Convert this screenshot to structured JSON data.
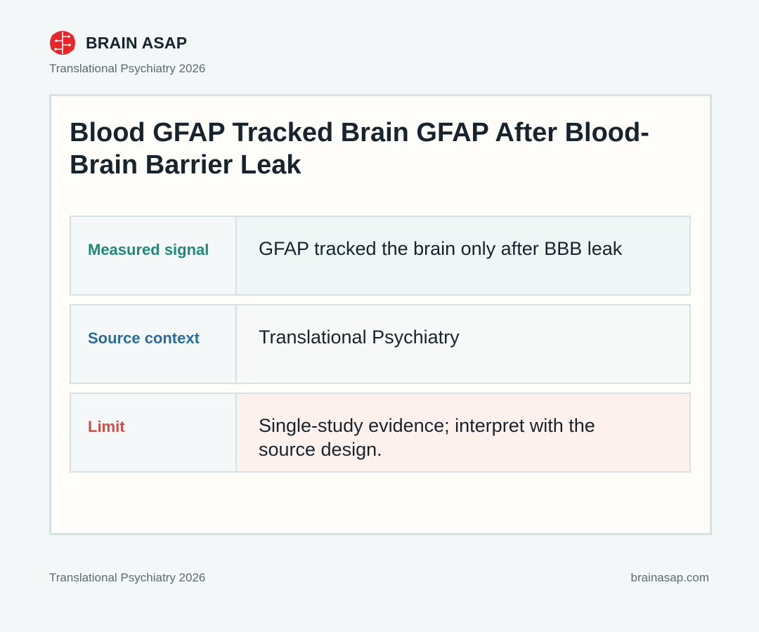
{
  "header": {
    "brand_name": "BRAIN ASAP",
    "subtitle": "Translational Psychiatry 2026",
    "logo_icon": "brain-icon",
    "logo_color": "#e5262b"
  },
  "card": {
    "title": "Blood GFAP Tracked Brain GFAP After Blood-Brain Barrier Leak",
    "rows": [
      {
        "label": "Measured signal",
        "value": "GFAP tracked the brain only after BBB leak",
        "label_color": "#1f8a7a"
      },
      {
        "label": "Source context",
        "value": "Translational Psychiatry",
        "label_color": "#2d6c96"
      },
      {
        "label": "Limit",
        "value": "Single-study evidence; interpret with the source design.",
        "label_color": "#c9524a"
      }
    ]
  },
  "footer": {
    "left": "Translational Psychiatry 2026",
    "right": "brainasap.com"
  }
}
